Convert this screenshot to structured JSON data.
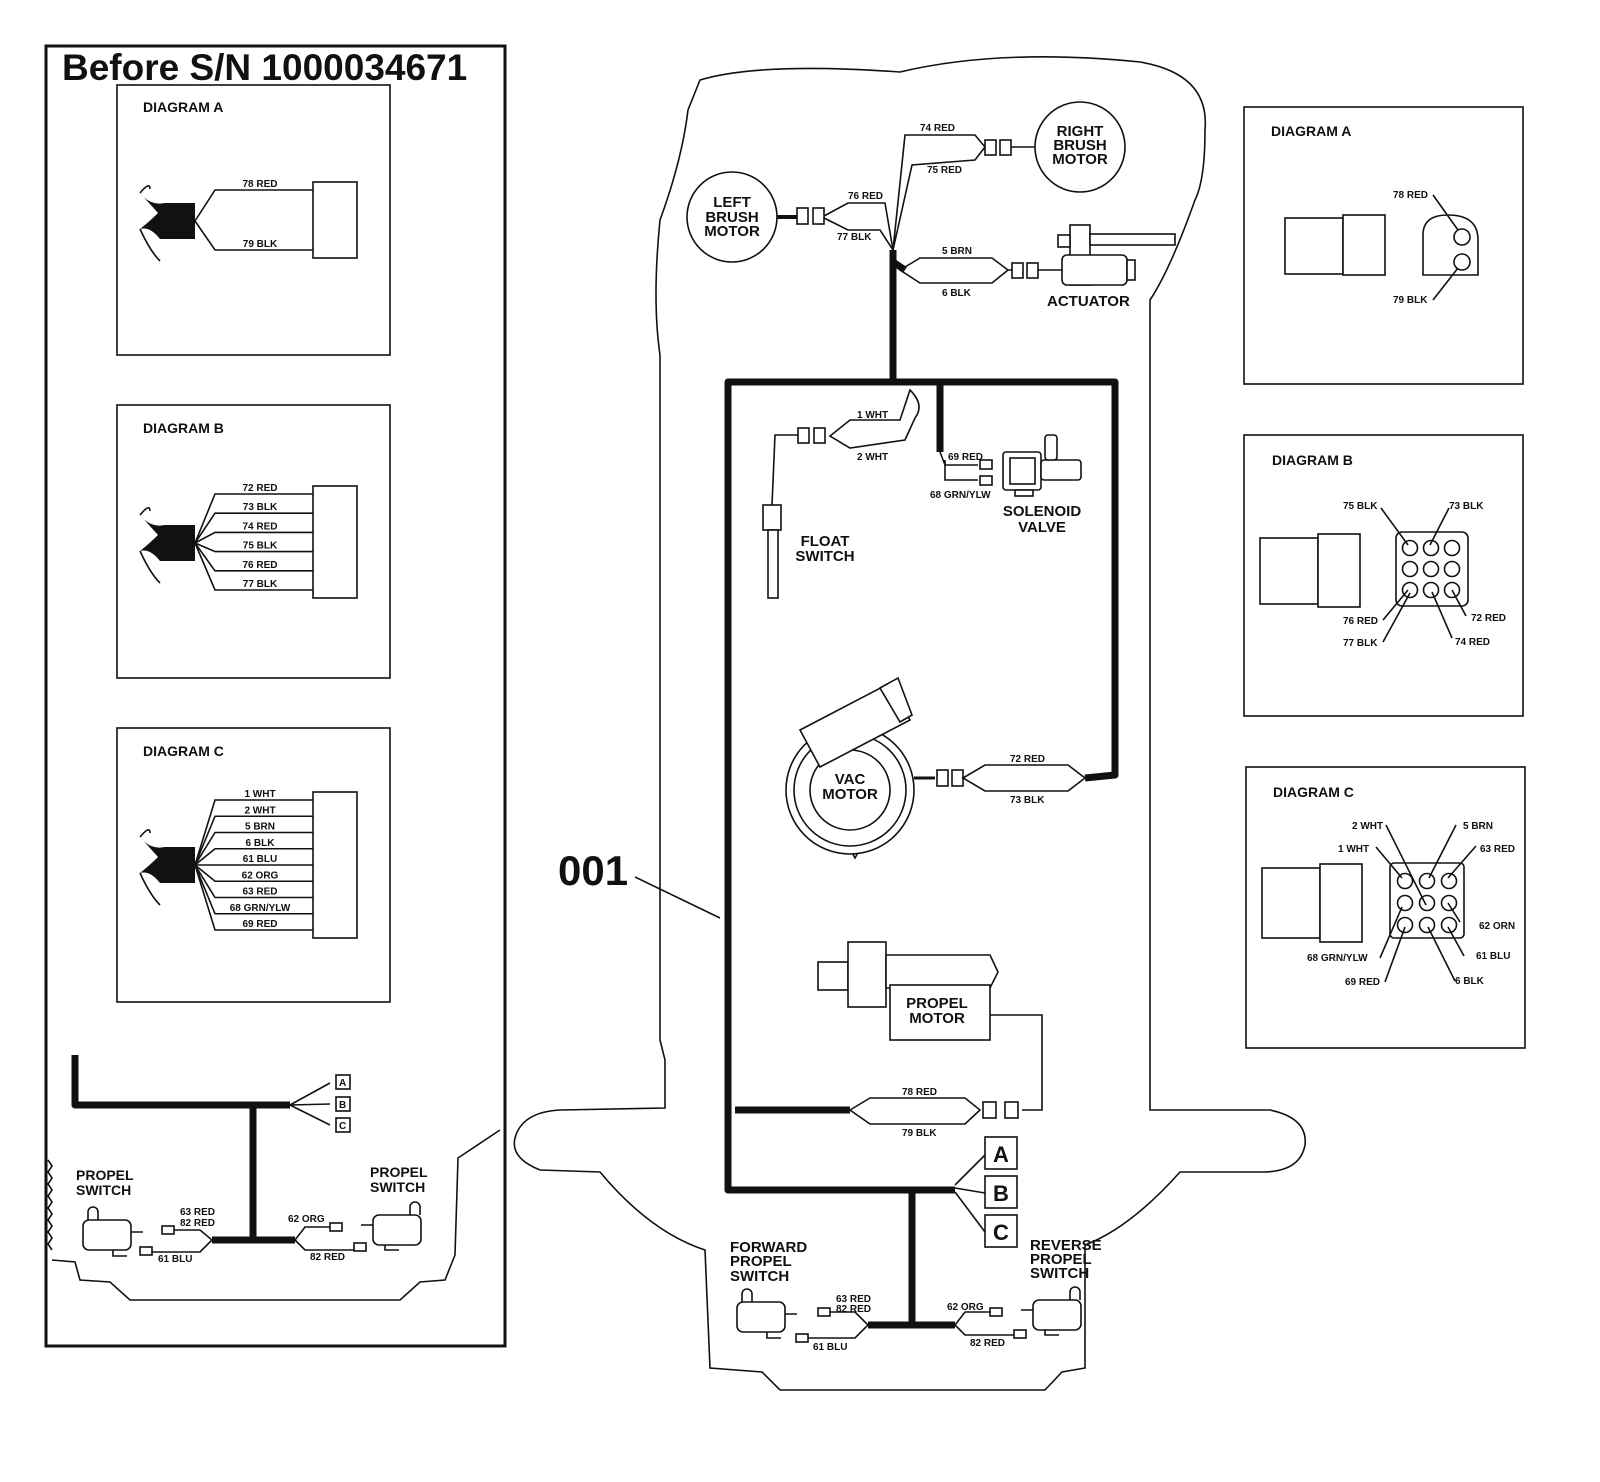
{
  "left_panel": {
    "title": "Before S/N 1000034671",
    "diagram_a": {
      "label": "DIAGRAM A",
      "wires": [
        "78 RED",
        "79 BLK"
      ]
    },
    "diagram_b": {
      "label": "DIAGRAM B",
      "wires": [
        "72 RED",
        "73 BLK",
        "74 RED",
        "75 BLK",
        "76 RED",
        "77 BLK"
      ]
    },
    "diagram_c": {
      "label": "DIAGRAM C",
      "wires": [
        "1 WHT",
        "2 WHT",
        "5 BRN",
        "6 BLK",
        "61 BLU",
        "62 ORG",
        "63 RED",
        "68 GRN/YLW",
        "69 RED"
      ]
    },
    "connector_tags": [
      "A",
      "B",
      "C"
    ],
    "left_switch": {
      "line1": "PROPEL",
      "line2": "SWITCH",
      "wire_top_1": "63 RED",
      "wire_top_2": "82 RED",
      "wire_bottom": "61 BLU"
    },
    "right_switch": {
      "line1": "PROPEL",
      "line2": "SWITCH",
      "wire_top": "62 ORG",
      "wire_bottom": "82 RED"
    }
  },
  "main": {
    "callout": "001",
    "right_brush_motor": [
      "RIGHT",
      "BRUSH",
      "MOTOR"
    ],
    "left_brush_motor": [
      "LEFT",
      "BRUSH",
      "MOTOR"
    ],
    "wire_74": "74 RED",
    "wire_75": "75 RED",
    "wire_76": "76 RED",
    "wire_77": "77 BLK",
    "wire_5": "5 BRN",
    "wire_6": "6 BLK",
    "actuator": "ACTUATOR",
    "wire_1": "1 WHT",
    "wire_2": "2 WHT",
    "wire_69": "69 RED",
    "wire_68": "68 GRN/YLW",
    "solenoid_valve": [
      "SOLENOID",
      "VALVE"
    ],
    "float_switch": [
      "FLOAT",
      "SWITCH"
    ],
    "vac_motor": [
      "VAC",
      "MOTOR"
    ],
    "wire_72": "72 RED",
    "wire_73": "73 BLK",
    "propel_motor": [
      "PROPEL",
      "MOTOR"
    ],
    "wire_78": "78 RED",
    "wire_79": "79 BLK",
    "connector_tags": [
      "A",
      "B",
      "C"
    ],
    "forward_switch": [
      "FORWARD",
      "PROPEL",
      "SWITCH"
    ],
    "reverse_switch": [
      "REVERSE",
      "PROPEL",
      "SWITCH"
    ],
    "fwd_wire_top_1": "63 RED",
    "fwd_wire_top_2": "82 RED",
    "fwd_wire_bottom": "61 BLU",
    "rev_wire_top": "62 ORG",
    "rev_wire_bottom": "82 RED"
  },
  "right_panel": {
    "diagram_a": {
      "label": "DIAGRAM A",
      "pins": [
        "78 RED",
        "79 BLK"
      ]
    },
    "diagram_b": {
      "label": "DIAGRAM B",
      "pins": [
        "75 BLK",
        "73 BLK",
        "76 RED",
        "72 RED",
        "77 BLK",
        "74 RED"
      ]
    },
    "diagram_c": {
      "label": "DIAGRAM C",
      "pins": [
        "2 WHT",
        "5 BRN",
        "1 WHT",
        "63 RED",
        "62 ORN",
        "68 GRN/YLW",
        "61 BLU",
        "69 RED",
        "6 BLK"
      ]
    }
  }
}
